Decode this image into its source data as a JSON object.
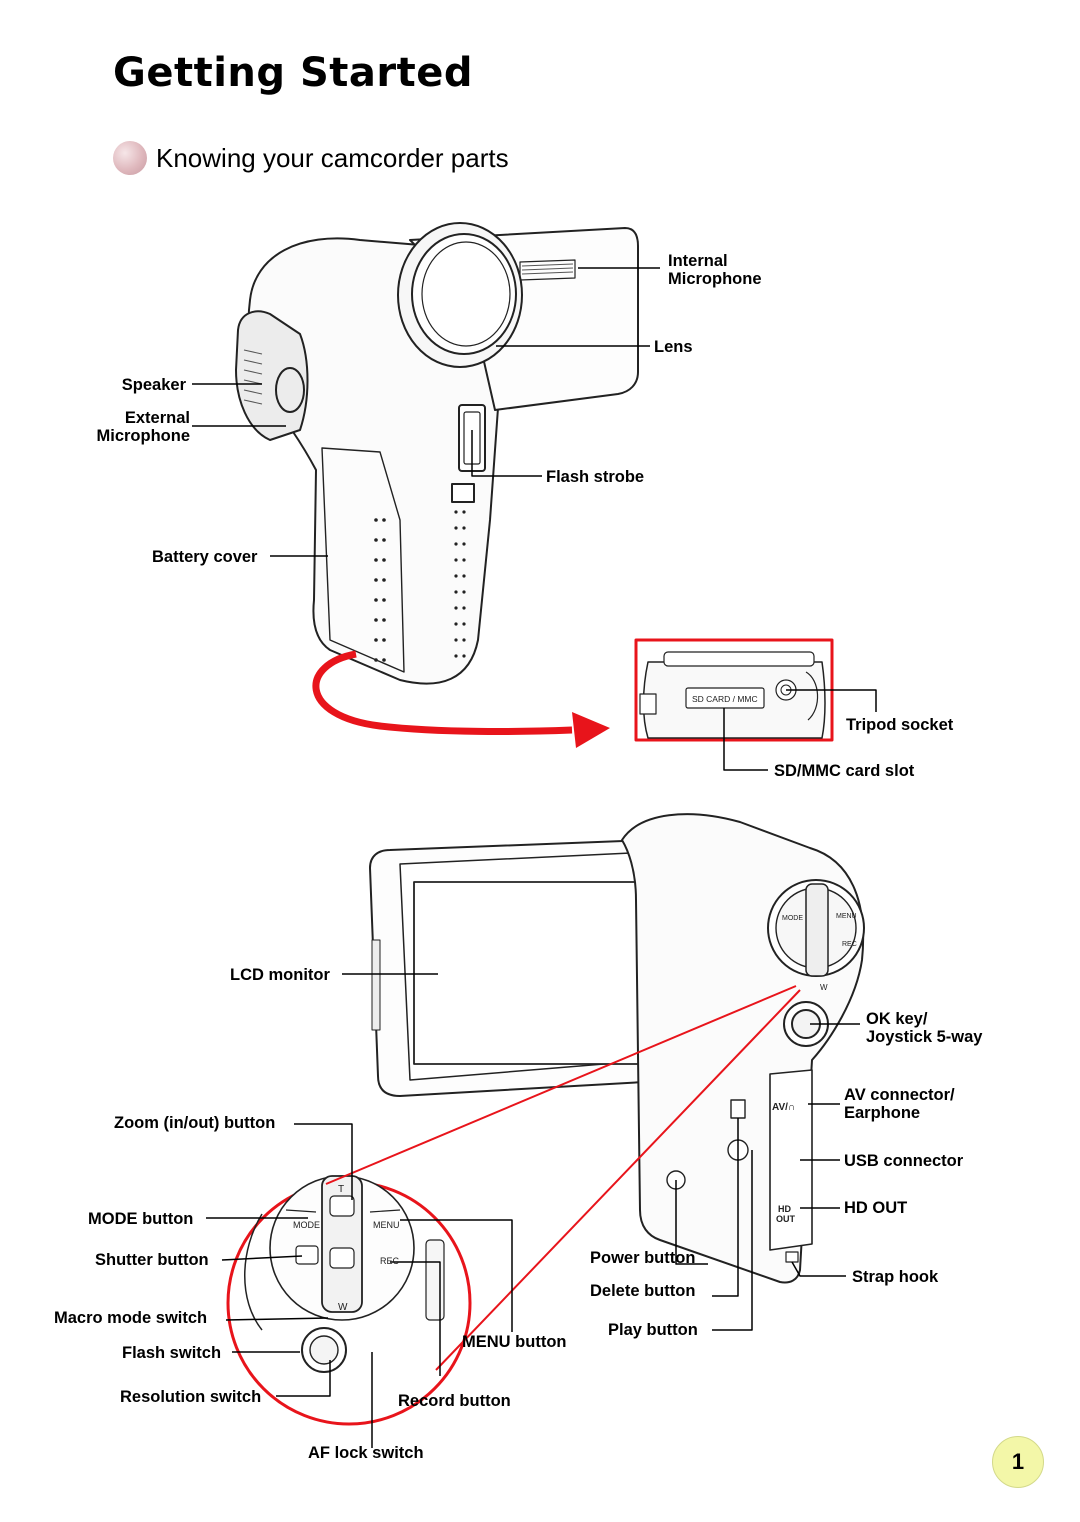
{
  "page": {
    "title": "Getting Started",
    "section": "Knowing your camcorder parts",
    "page_number": "1"
  },
  "labels": {
    "internal_microphone": "Internal\nMicrophone",
    "lens": "Lens",
    "speaker": "Speaker",
    "external_microphone": "External\nMicrophone",
    "flash_strobe": "Flash strobe",
    "battery_cover": "Battery cover",
    "tripod_socket": "Tripod socket",
    "sd_mmc_slot": "SD/MMC card slot",
    "lcd_monitor": "LCD monitor",
    "ok_key": "OK key/\nJoystick 5-way",
    "av_connector": "AV connector/\nEarphone",
    "usb_connector": "USB connector",
    "hd_out": "HD OUT",
    "strap_hook": "Strap hook",
    "zoom_button": "Zoom (in/out) button",
    "mode_button": "MODE button",
    "shutter_button": "Shutter button",
    "macro_switch": "Macro mode switch",
    "flash_switch": "Flash switch",
    "resolution_switch": "Resolution switch",
    "af_lock": "AF lock switch",
    "menu_button": "MENU button",
    "record_button": "Record button",
    "power_button": "Power button",
    "delete_button": "Delete button",
    "play_button": "Play button"
  },
  "device_markings": {
    "sd_card": "SD CARD / MMC",
    "mode": "MODE",
    "menu": "MENU",
    "rec": "REC",
    "av": "AV/∩",
    "hd_out": "HD\nOUT",
    "t": "T",
    "w": "W"
  },
  "colors": {
    "highlight": "#e8141b",
    "bullet": "#dfb8bd",
    "page_badge": "#f3f7a8"
  }
}
